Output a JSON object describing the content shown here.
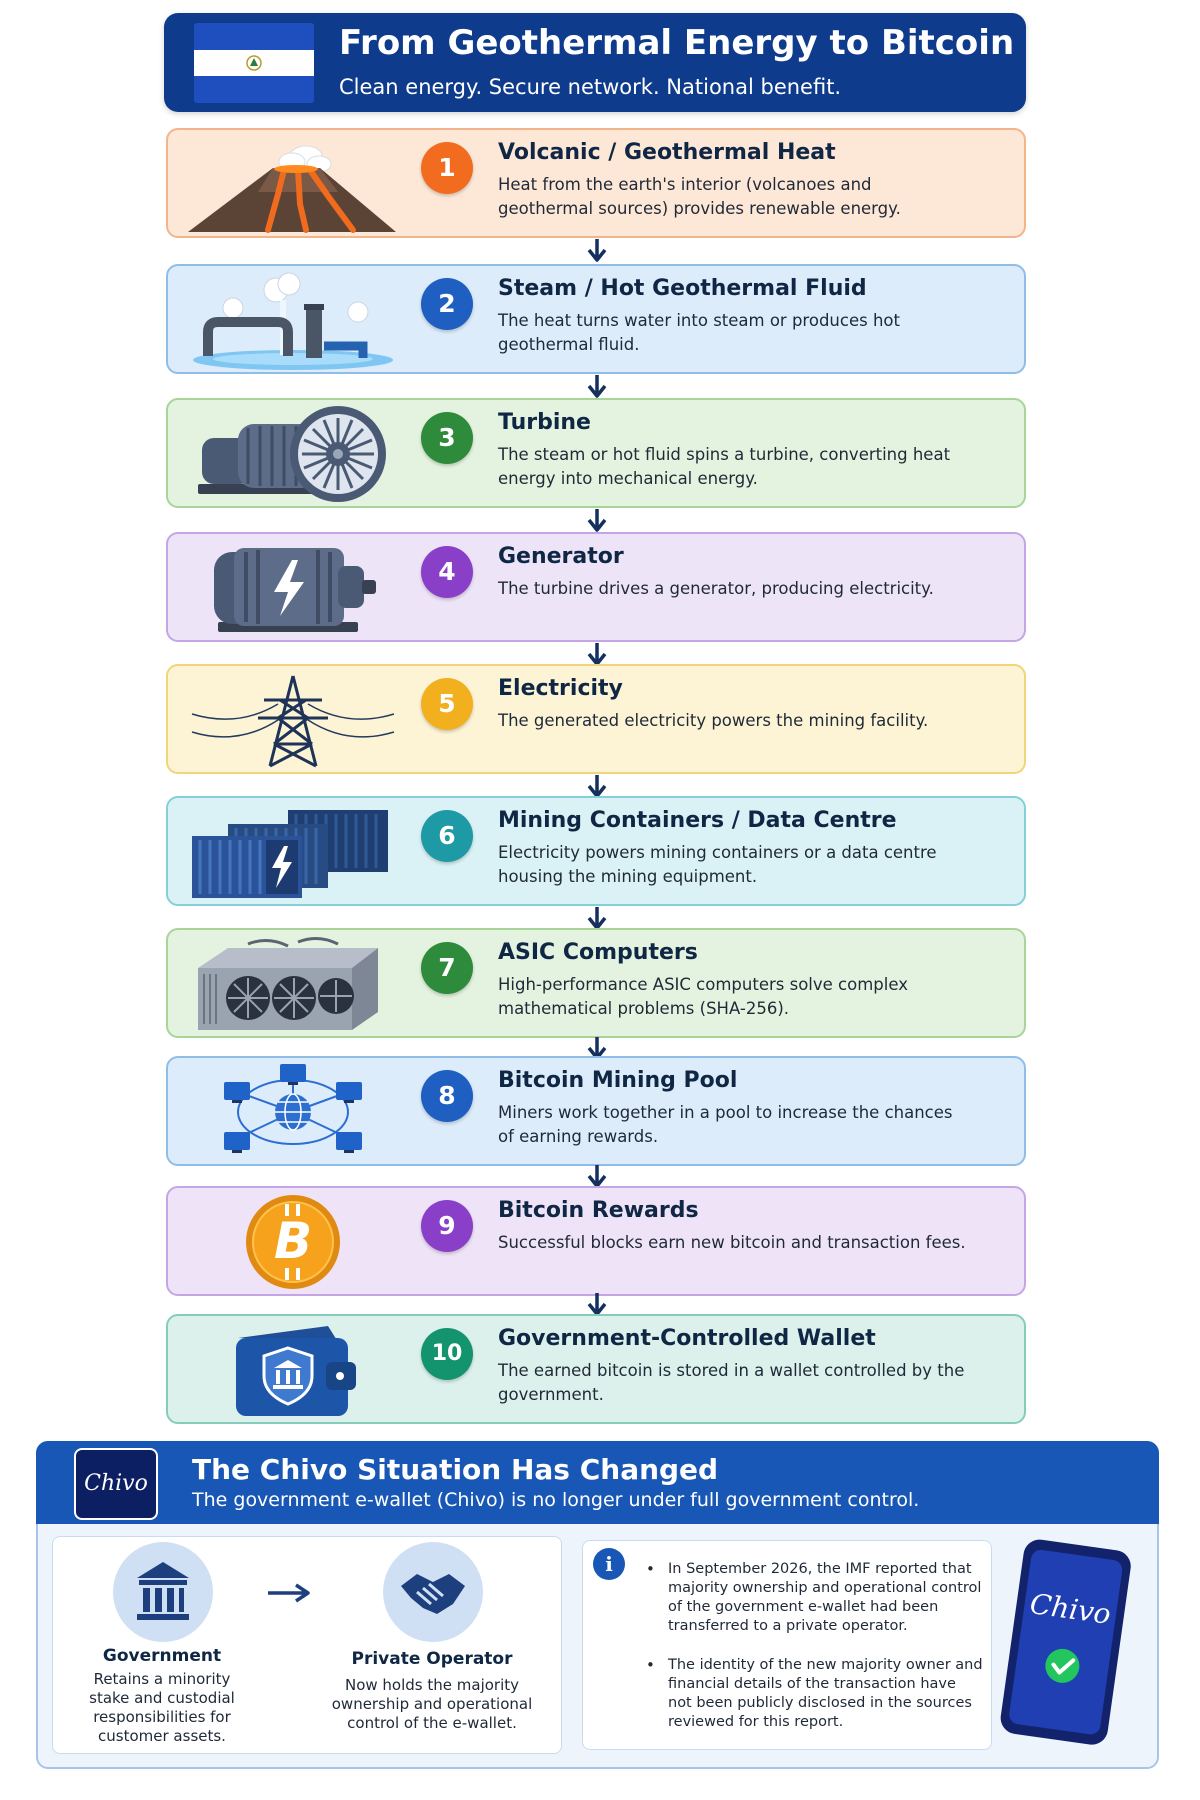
{
  "header": {
    "title": "From Geothermal Energy to Bitcoin",
    "subtitle": "Clean energy. Secure network. National benefit."
  },
  "steps": [
    {
      "number": "1",
      "title": "Volcanic / Geothermal Heat",
      "description": "Heat from the earth's interior (volcanoes and geothermal sources) provides renewable energy.",
      "illustration": "volcano-icon"
    },
    {
      "number": "2",
      "title": "Steam / Hot Geothermal Fluid",
      "description": "The heat turns water into steam or produces hot geothermal fluid.",
      "illustration": "steam-pipes-icon"
    },
    {
      "number": "3",
      "title": "Turbine",
      "description": "The steam or hot fluid spins a turbine, converting heat energy into mechanical energy.",
      "illustration": "turbine-icon"
    },
    {
      "number": "4",
      "title": "Generator",
      "description": "The turbine drives a generator, producing electricity.",
      "illustration": "generator-icon"
    },
    {
      "number": "5",
      "title": "Electricity",
      "description": "The generated electricity powers the mining facility.",
      "illustration": "power-pylon-icon"
    },
    {
      "number": "6",
      "title": "Mining Containers / Data Centre",
      "description": "Electricity powers mining containers or a data centre housing the mining equipment.",
      "illustration": "shipping-containers-icon"
    },
    {
      "number": "7",
      "title": "ASIC Computers",
      "description": "High-performance ASIC computers solve complex mathematical problems (SHA-256).",
      "illustration": "asic-miner-icon"
    },
    {
      "number": "8",
      "title": "Bitcoin Mining Pool",
      "description": "Miners work together in a pool to increase the chances of earning rewards.",
      "illustration": "network-pool-icon"
    },
    {
      "number": "9",
      "title": "Bitcoin Rewards",
      "description": "Successful blocks earn new bitcoin and transaction fees.",
      "illustration": "bitcoin-coin-icon"
    },
    {
      "number": "10",
      "title": "Government-Controlled Wallet",
      "description": "The earned bitcoin is stored in a wallet controlled by the government.",
      "illustration": "wallet-shield-icon"
    }
  ],
  "chivo": {
    "logo_text": "Chivo",
    "title": "The Chivo Situation Has Changed",
    "subtitle": "The government e-wallet (Chivo) is no longer under full government control.",
    "government": {
      "name": "Government",
      "description": "Retains a minority stake and custodial responsibilities for customer assets."
    },
    "operator": {
      "name": "Private Operator",
      "description": "Now holds the majority ownership and operational control of the e-wallet."
    },
    "info_icon_glyph": "i",
    "bullets": [
      "In September 2026, the IMF reported that majority ownership and operational control of the government e-wallet had been transferred to a private operator.",
      "The identity of the new majority owner and financial details of the transaction have not been publicly disclosed in the sources reviewed for this report."
    ],
    "phone_text": "Chivo"
  },
  "colors": {
    "header_bg": "#0f3b8c",
    "chivo_header_bg": "#1857b6",
    "arrow": "#14305e"
  }
}
